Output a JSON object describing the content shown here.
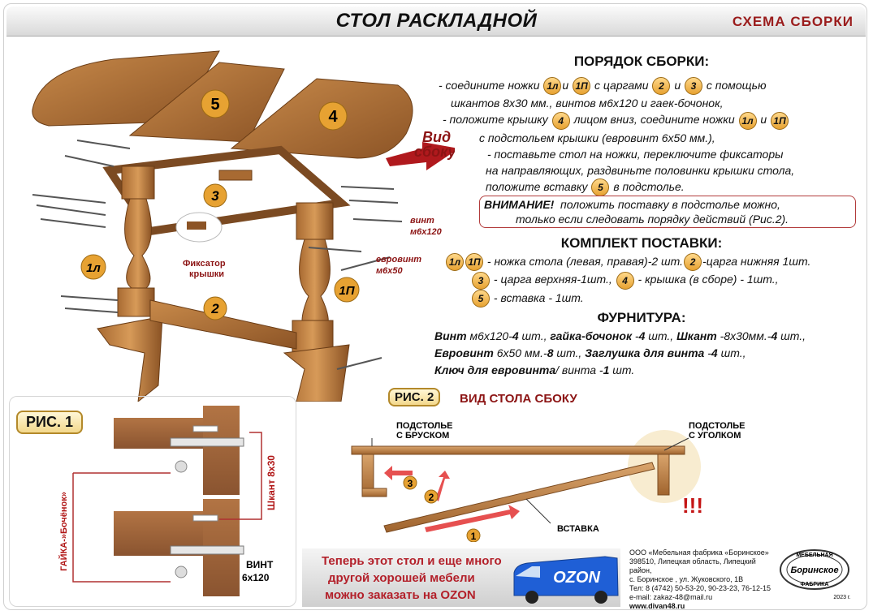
{
  "header": {
    "title": "СТОЛ РАСКЛАДНОЙ",
    "subtitle": "СХЕМА СБОРКИ"
  },
  "assembly": {
    "heading": "ПОРЯДОК СБОРКИ:",
    "lines": [
      {
        "parts": [
          "- соедините ножки",
          "1л",
          "и",
          "1П",
          "с царгами",
          "2",
          "и",
          "3",
          "с помощью"
        ]
      },
      {
        "parts": [
          "шкантов 8х30 мм., винтов м6х120 и гаек-бочонок,"
        ]
      },
      {
        "parts": [
          "- положите крышку",
          "4",
          "лицом вниз, соедините ножки",
          "1л",
          "и",
          "1П"
        ]
      },
      {
        "parts": [
          "с подстольем крышки (евровинт 6х50 мм.),"
        ]
      },
      {
        "parts": [
          "- поставьте стол на ножки, переключите фиксаторы"
        ]
      },
      {
        "parts": [
          "на направляющих, раздвиньте половинки крышки стола,"
        ]
      },
      {
        "parts": [
          "положите вставку",
          "5",
          "в подстолье."
        ]
      }
    ],
    "warning_label": "ВНИМАНИЕ!",
    "warning_line1": "положить поставку в подстолье можно,",
    "warning_line2": "только если следовать порядку действий (Рис.2)."
  },
  "kit": {
    "heading": "КОМПЛЕКТ ПОСТАВКИ:",
    "line1": "- ножка стола (левая, правая)-2 шт.",
    "line1b": "-царга нижняя 1шт.",
    "line2": "- царга верхняя-1шт.,",
    "line2b": "- крышка (в сборе) - 1шт.,",
    "line3": "- вставка - 1шт."
  },
  "hardware": {
    "heading": "ФУРНИТУРА:",
    "r1a": "Винт",
    "r1b": " м6х120-",
    "r1c": "4",
    "r1d": " шт.,",
    "r1e": " гайка-бочонок",
    "r1f": " -",
    "r1g": "4",
    "r1h": " шт.,",
    "r1i": " Шкант",
    "r1j": " -8х30мм.-",
    "r1k": "4",
    "r1l": " шт.,",
    "r2a": "Евровинт",
    "r2b": " 6х50 мм.-",
    "r2c": "8",
    "r2d": " шт.,",
    "r2e": " Заглушка для винта",
    "r2f": " -",
    "r2g": "4",
    "r2h": " шт.,",
    "r3a": "Ключ для евровинта",
    "r3b": "/ винта -",
    "r3c": "1",
    "r3d": " шт."
  },
  "diagram_labels": {
    "p5": "5",
    "p4": "4",
    "p3": "3",
    "p2": "2",
    "p1l": "1л",
    "p1p": "1П",
    "side_view": "Вид",
    "side_view2": "сбоку",
    "vint": "винт",
    "vint_size": "м6х120",
    "eurovint": "евровинт",
    "eurovint_size": "м6х50",
    "fixator": "Фиксатор",
    "fixator2": "крышки"
  },
  "fig1": {
    "label": "РИС. 1",
    "shkant": "Шкант 8х30",
    "gaika": "ГАЙКА-»Бочёнок»",
    "vint": "ВИНТ",
    "vint_size": "6х120"
  },
  "fig2": {
    "label": "РИС. 2",
    "title": "ВИД СТОЛА СБОКУ",
    "podstolie_brusok1": "ПОДСТОЛЬЕ",
    "podstolie_brusok2": "С БРУСКОМ",
    "podstolie_ugolok1": "ПОДСТОЛЬЕ",
    "podstolie_ugolok2": "С УГОЛКОМ",
    "vstavka": "ВСТАВКА",
    "exclaim": "!!!",
    "step1": "1",
    "step2": "2",
    "step3": "3"
  },
  "promo": {
    "line1": "Теперь этот стол и еще много",
    "line2": "другой хорошей мебели",
    "line3": "можно заказать на OZON",
    "van_brand": "OZON"
  },
  "company": {
    "l1": "ООО «Мебельная фабрика «Боринское»",
    "l2": "398510, Липецкая область, Липецкий район,",
    "l3": "с. Боринское , ул. Жуковского, 1В",
    "l4": "Тел: 8 (4742) 50-53-20, 90-23-23, 76-12-15",
    "l5": "e-mail: zakaz-48@mail.ru",
    "l6": "www.divan48.ru",
    "logo_top": "МЕБЕЛЬНАЯ",
    "logo_main": "Боринское",
    "logo_bottom": "ФАБРИКА",
    "logo_year": "2023 г."
  },
  "colors": {
    "accent_red": "#9a1b1b",
    "wood": "#b97a3c",
    "badge": "#e7a232"
  }
}
